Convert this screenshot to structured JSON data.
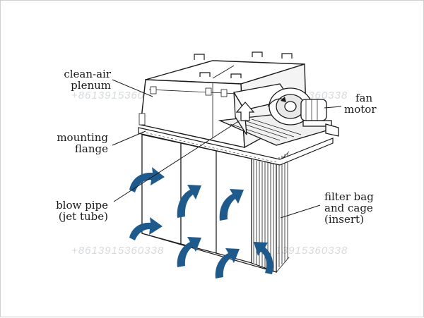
{
  "labels": {
    "clean_air_plenum": [
      "clean-air",
      "plenum"
    ],
    "fan_motor": [
      "fan",
      "motor"
    ],
    "mounting_flange": [
      "mounting",
      "flange"
    ],
    "blow_pipe": [
      "blow pipe",
      "(jet tube)"
    ],
    "filter_bag": [
      "filter bag",
      "and cage",
      "(insert)"
    ]
  },
  "watermarks": [
    "+8613915360338",
    "+8613915360338",
    "+8613915360338",
    "+8613915360338"
  ],
  "colors": {
    "airflow_arrow": "#1f5a8c",
    "line": "#1a1a1a",
    "fill": "#ffffff"
  }
}
